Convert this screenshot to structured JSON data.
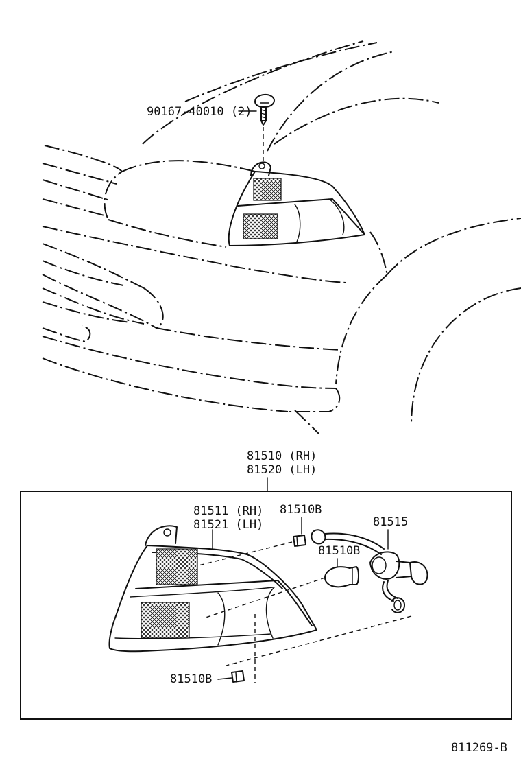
{
  "labels": {
    "bolt": "90167-40010 (2)",
    "assy_rh": "81510 (RH)",
    "assy_lh": "81520 (LH)",
    "lens_rh": "81511 (RH)",
    "lens_lh": "81521 (LH)",
    "bulb_top": "81510B",
    "socket": "81515",
    "bulb_mid": "81510B",
    "bulb_bottom": "81510B",
    "figure_id": "811269-B"
  }
}
